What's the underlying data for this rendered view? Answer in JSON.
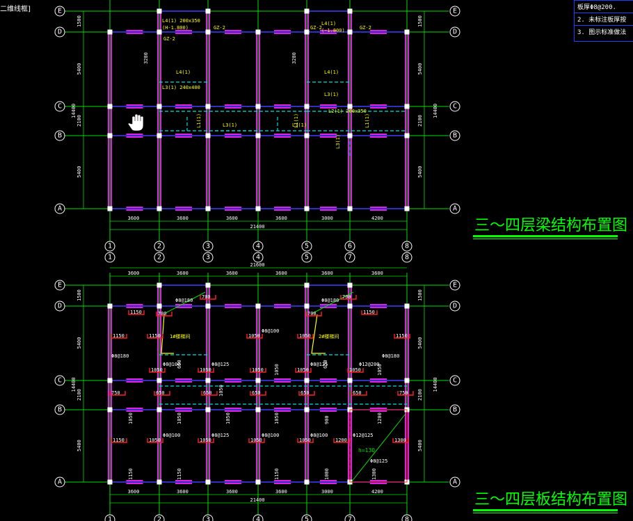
{
  "viewport_label": "二维线框]",
  "top_plan": {
    "title": "三～四层梁结构布置图",
    "x_axes": [
      "1",
      "2",
      "3",
      "4",
      "5",
      "6",
      "8"
    ],
    "y_axes": [
      "A",
      "B",
      "C",
      "D",
      "E"
    ],
    "spans_bottom": [
      "3600",
      "3600",
      "3600",
      "3600",
      "3000",
      "4200"
    ],
    "total_width": "21400",
    "spans_side": [
      "1500",
      "5400",
      "2100",
      "5400"
    ],
    "total_height": "14400",
    "beam_labels": [
      "GZ-2",
      "GZ-2",
      "GZ-2",
      "GZ-2",
      "L4(1)",
      "L4(1)",
      "L4(1)",
      "L3(1)",
      "L2(1)",
      "L1(1)",
      "L1(1)",
      "L1(1)",
      "L3(1)",
      "L3(1)",
      "L4(1) 200x350",
      "L3(1) 240x400",
      "L2(1) 200x350",
      "(H-1.800)",
      "(-1.800)",
      "3280",
      "3280"
    ]
  },
  "bottom_plan": {
    "title": "三～四层板结构布置图",
    "x_axes": [
      "1",
      "2",
      "3",
      "4",
      "5",
      "7",
      "8"
    ],
    "y_axes": [
      "A",
      "B",
      "C",
      "D",
      "E"
    ],
    "spans_top": [
      "3600",
      "3600",
      "3600",
      "3600",
      "3600",
      "3600"
    ],
    "total_width_top": "21600",
    "spans_bottom": [
      "3600",
      "3600",
      "3600",
      "3600",
      "3000",
      "4200"
    ],
    "total_width_bottom": "21400",
    "spans_side": [
      "1500",
      "5400",
      "2100",
      "5400"
    ],
    "total_height": "14400",
    "stair_labels": [
      "1#楼梯间",
      "2#楼梯间"
    ],
    "rebar_labels": [
      "1150",
      "1050",
      "650",
      "750",
      "1200",
      "1300",
      "1000",
      "700",
      "900"
    ],
    "spacing_labels": [
      "Φ8@100",
      "Φ8@125",
      "Φ8@180",
      "Φ12@200",
      "Φ12@125"
    ],
    "slab_note": "h=130"
  },
  "legend_notes": [
    "板厚Φ8@200.",
    "2. 未标注板厚按",
    "3. 图示标准做法"
  ],
  "colors": {
    "axis": "#00e000",
    "beam": "#e020e0",
    "column": "#ffffff",
    "label": "#ffff00",
    "rebar": "#ff2020",
    "title": "#00ff00",
    "legend_border": "#2040ff"
  }
}
